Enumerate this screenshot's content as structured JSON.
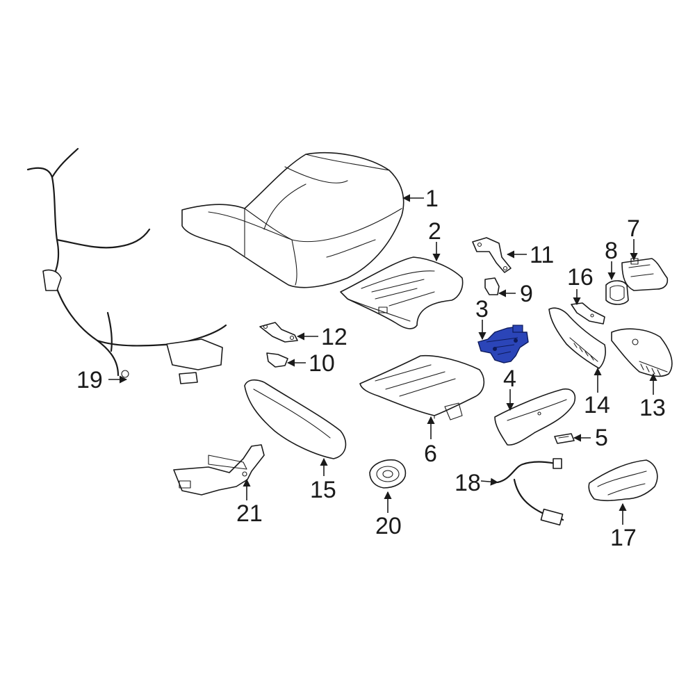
{
  "diagram": {
    "highlight_color": "#2b45b8",
    "line_color": "#1a1a1a",
    "highlighted_part": "3",
    "callouts": [
      {
        "id": "c1",
        "label": "1"
      },
      {
        "id": "c2",
        "label": "2"
      },
      {
        "id": "c3",
        "label": "3"
      },
      {
        "id": "c4",
        "label": "4"
      },
      {
        "id": "c5",
        "label": "5"
      },
      {
        "id": "c6",
        "label": "6"
      },
      {
        "id": "c7",
        "label": "7"
      },
      {
        "id": "c8",
        "label": "8"
      },
      {
        "id": "c9",
        "label": "9"
      },
      {
        "id": "c10",
        "label": "10"
      },
      {
        "id": "c11",
        "label": "11"
      },
      {
        "id": "c12",
        "label": "12"
      },
      {
        "id": "c13",
        "label": "13"
      },
      {
        "id": "c14",
        "label": "14"
      },
      {
        "id": "c15",
        "label": "15"
      },
      {
        "id": "c16",
        "label": "16"
      },
      {
        "id": "c17",
        "label": "17"
      },
      {
        "id": "c18",
        "label": "18"
      },
      {
        "id": "c19",
        "label": "19"
      },
      {
        "id": "c20",
        "label": "20"
      },
      {
        "id": "c21",
        "label": "21"
      }
    ]
  }
}
